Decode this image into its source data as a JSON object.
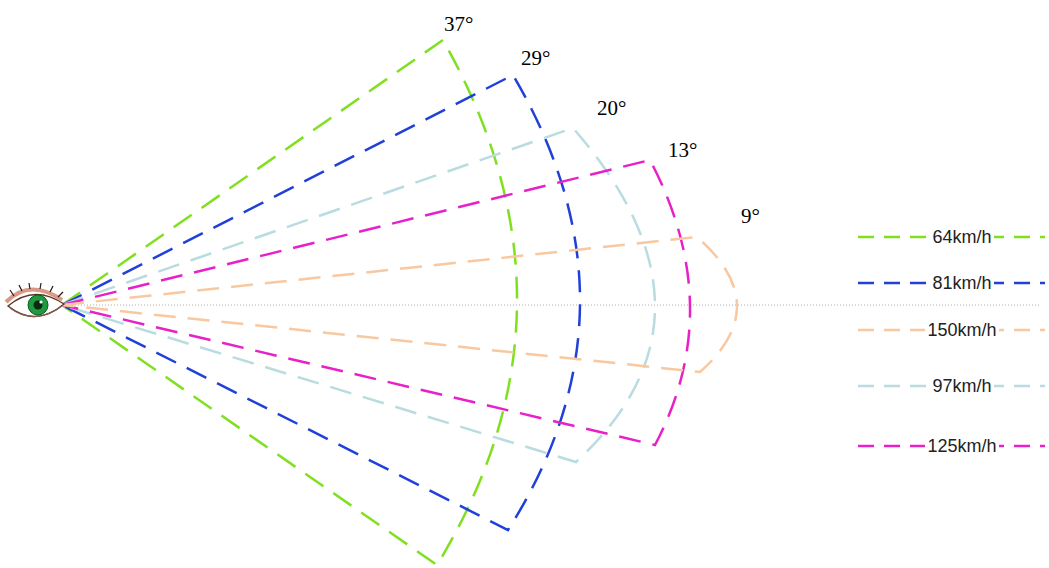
{
  "diagram": {
    "labels": [
      "37°",
      "29°",
      "20°",
      "13°",
      "9°"
    ],
    "legend": [
      {
        "text": "64km/h"
      },
      {
        "text": "81km/h"
      },
      {
        "text": "150km/h"
      },
      {
        "text": "97km/h"
      },
      {
        "text": "125km/h"
      }
    ]
  }
}
